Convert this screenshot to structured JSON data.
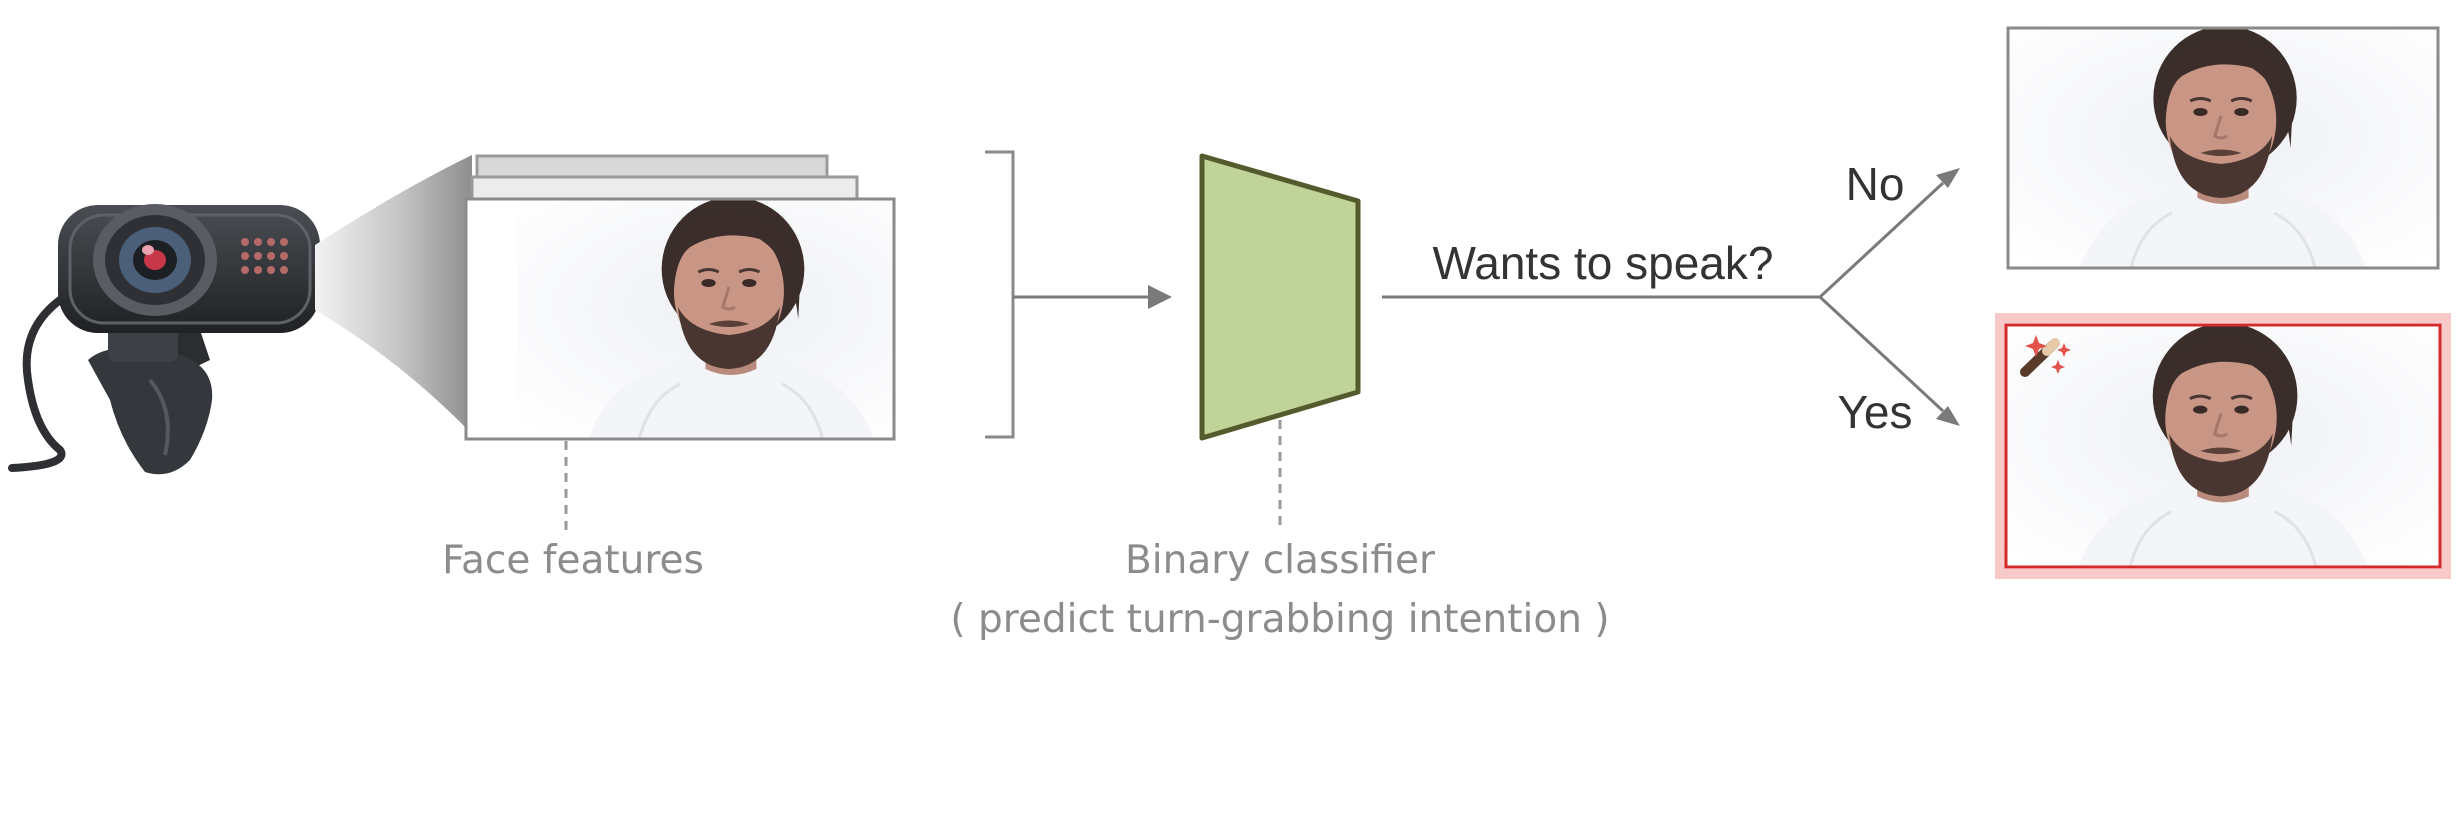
{
  "labels": {
    "face_features": "Face features",
    "binary_classifier": "Binary classifier",
    "classifier_note": "( predict turn-grabbing intention )",
    "question": "Wants to speak?",
    "branch_no": "No",
    "branch_yes": "Yes"
  },
  "icons": {
    "camera": "webcam-icon",
    "magic": "magic-wand-icon"
  },
  "colors": {
    "classifier_fill": "#c0d49a",
    "classifier_stroke": "#555a2c",
    "highlight_border": "#d42a2a",
    "highlight_glow": "#f7c9c9",
    "arrow": "#7a7a7a"
  }
}
